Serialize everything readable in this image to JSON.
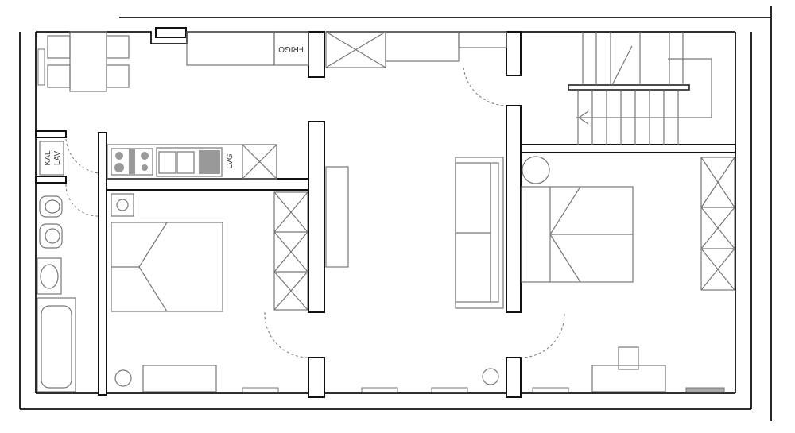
{
  "labels": {
    "fridge": "FRIGO",
    "boiler_top": "KAL",
    "boiler_bottom": "LAV",
    "dishwasher": "LVG"
  },
  "colors": {
    "walls": "#111111",
    "furniture": "#777777",
    "background": "#ffffff"
  }
}
